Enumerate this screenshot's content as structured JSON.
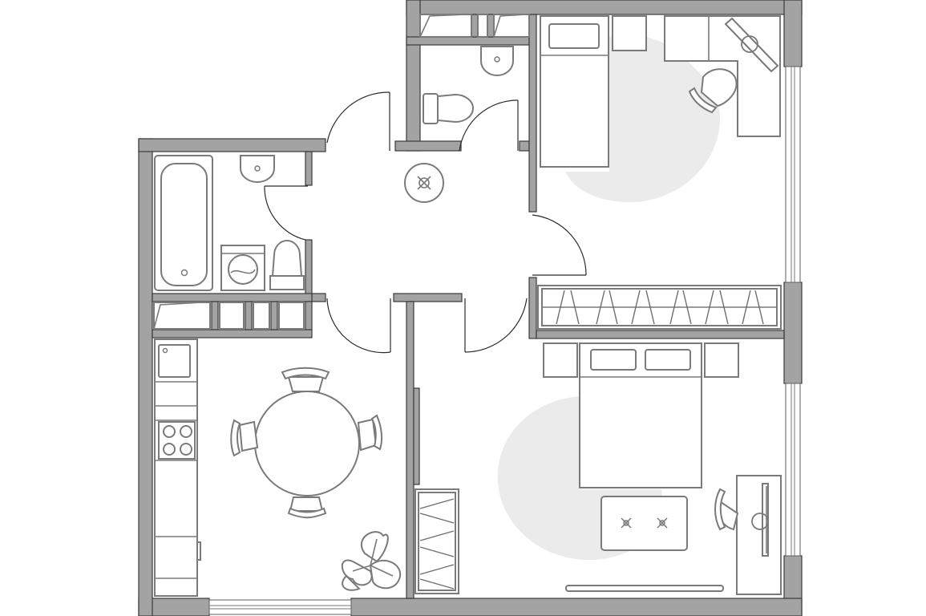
{
  "plan": {
    "type": "apartment floor plan",
    "rooms": [
      "hallway",
      "bathroom",
      "toilet",
      "kitchen-dining",
      "bedroom",
      "study-bedroom"
    ],
    "colors": {
      "wall_fill": "#a3a3a3",
      "wall_outline": "#3a3a3a",
      "furniture_outline": "#7a7a7a",
      "rug_fill": "#ebebeb",
      "background": "#ffffff"
    },
    "icons": [
      "bathtub-icon",
      "sink-icon",
      "toilet-icon",
      "washing-machine-icon",
      "stove-icon",
      "dining-table-icon",
      "plant-icon",
      "bed-icon",
      "desk-icon",
      "office-chair-icon",
      "wardrobe-icon",
      "ceiling-light-icon",
      "ottoman-icon"
    ]
  }
}
